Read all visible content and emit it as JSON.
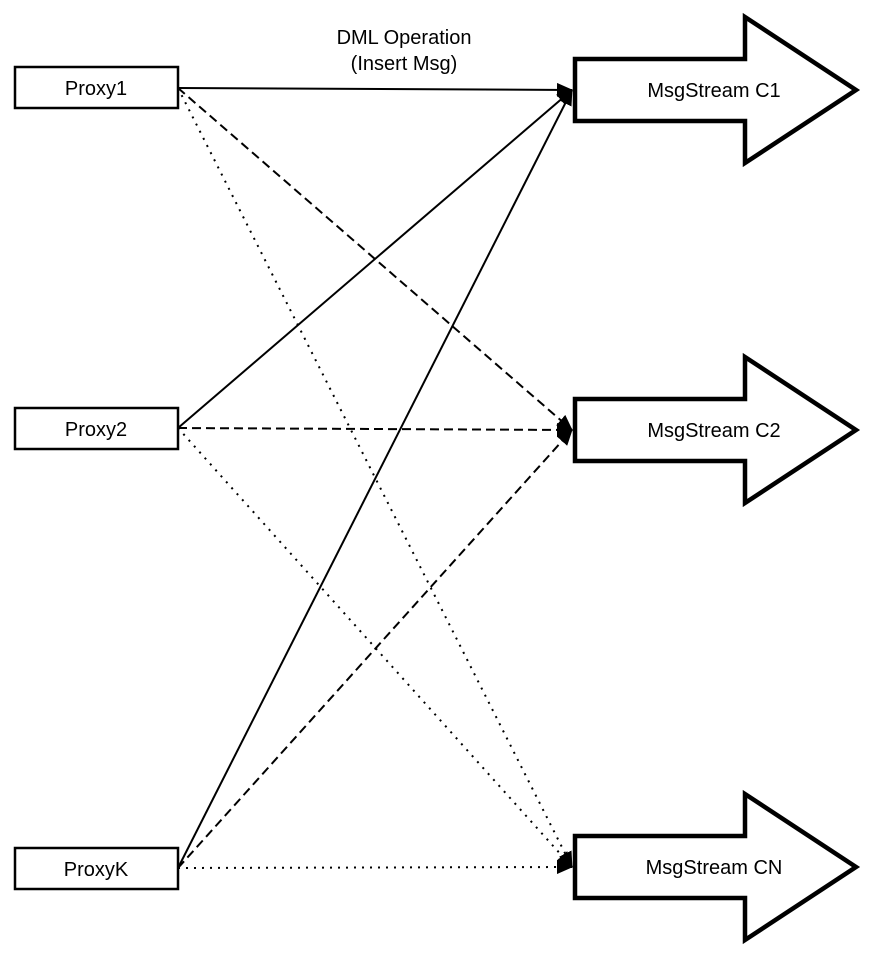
{
  "title": {
    "line1": "DML Operation",
    "line2": "(Insert Msg)"
  },
  "colors": {
    "stroke": "#000000",
    "node_fill": "#ffffff",
    "background": "#ffffff"
  },
  "proxies": [
    {
      "id": "proxy1",
      "label": "Proxy1"
    },
    {
      "id": "proxy2",
      "label": "Proxy2"
    },
    {
      "id": "proxyK",
      "label": "ProxyK"
    }
  ],
  "streams": [
    {
      "id": "c1",
      "label": "MsgStream C1"
    },
    {
      "id": "c2",
      "label": "MsgStream C2"
    },
    {
      "id": "cn",
      "label": "MsgStream CN"
    }
  ],
  "edges": [
    {
      "from": "proxy1",
      "to": "c1",
      "style": "solid"
    },
    {
      "from": "proxy2",
      "to": "c1",
      "style": "solid"
    },
    {
      "from": "proxyK",
      "to": "c1",
      "style": "solid"
    },
    {
      "from": "proxy1",
      "to": "c2",
      "style": "dashed"
    },
    {
      "from": "proxy2",
      "to": "c2",
      "style": "dashed"
    },
    {
      "from": "proxyK",
      "to": "c2",
      "style": "dashed"
    },
    {
      "from": "proxy1",
      "to": "cn",
      "style": "dotted"
    },
    {
      "from": "proxy2",
      "to": "cn",
      "style": "dotted"
    },
    {
      "from": "proxyK",
      "to": "cn",
      "style": "dotted"
    }
  ]
}
